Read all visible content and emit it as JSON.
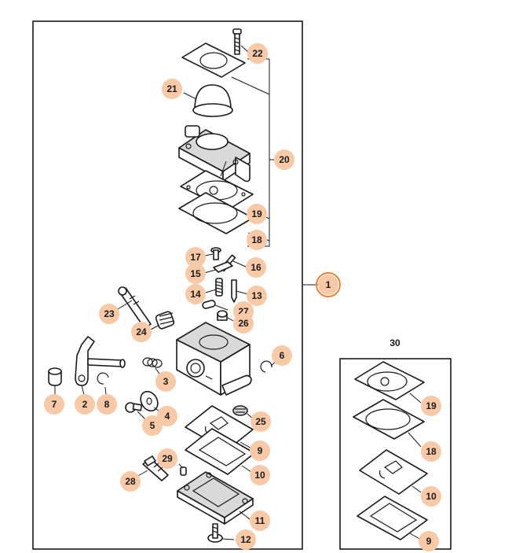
{
  "diagram": {
    "title": "",
    "kit_label": "30",
    "callouts": {
      "c1": "1",
      "c2": "2",
      "c3": "3",
      "c4": "4",
      "c5": "5",
      "c6": "6",
      "c7": "7",
      "c8": "8",
      "c9": "9",
      "c10": "10",
      "c11": "11",
      "c12": "12",
      "c13": "13",
      "c14": "14",
      "c15": "15",
      "c16": "16",
      "c17": "17",
      "c18": "18",
      "c19": "19",
      "c20": "20",
      "c21": "21",
      "c22": "22",
      "c23": "23",
      "c24": "24",
      "c25": "25",
      "c26": "26",
      "c27": "27",
      "c28": "28",
      "c29": "29",
      "k19": "19",
      "k18": "18",
      "k10": "10",
      "k9": "9"
    },
    "colors": {
      "callout_fill": "#f7c9a6",
      "selected_ring": "#e8833a",
      "line": "#1a1a1a"
    }
  }
}
